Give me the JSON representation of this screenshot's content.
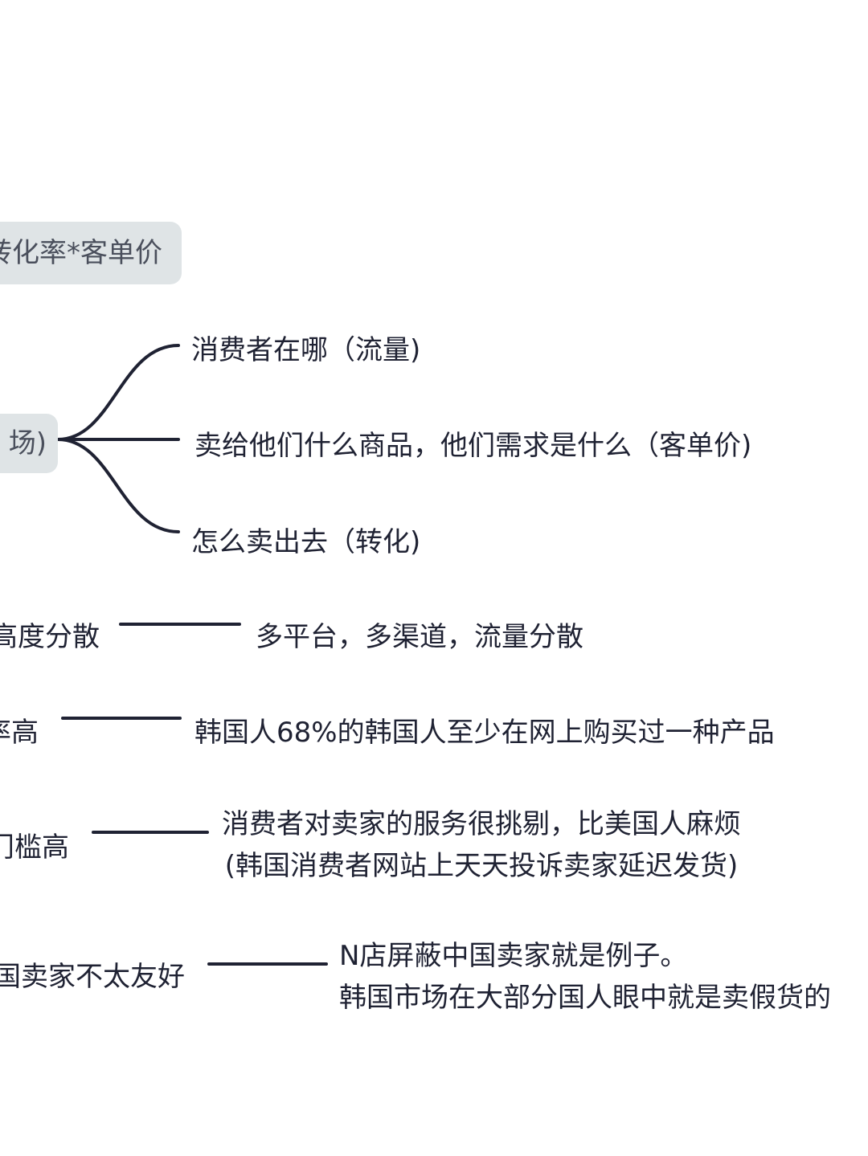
{
  "mindmap": {
    "top_node": {
      "text": "转化率*客单价"
    },
    "mid_node": {
      "text": "场)"
    },
    "branches": [
      {
        "text": "消费者在哪（流量)"
      },
      {
        "text": "卖给他们什么商品，他们需求是什么（客单价)"
      },
      {
        "text": "怎么卖出去（转化)"
      }
    ],
    "rows": [
      {
        "left": "高度分散",
        "right": [
          "多平台，多渠道，流量分散"
        ]
      },
      {
        "left": "率高",
        "right": [
          "韩国人68%的韩国人至少在网上购买过一种产品"
        ]
      },
      {
        "left": "门槛高",
        "right": [
          "消费者对卖家的服务很挑剔，比美国人麻烦",
          "(韩国消费者网站上天天投诉卖家延迟发货)"
        ]
      },
      {
        "left": "国卖家不太友好",
        "right": [
          "N店屏蔽中国卖家就是例子。",
          "韩国市场在大部分国人眼中就是卖假货的"
        ]
      }
    ]
  }
}
